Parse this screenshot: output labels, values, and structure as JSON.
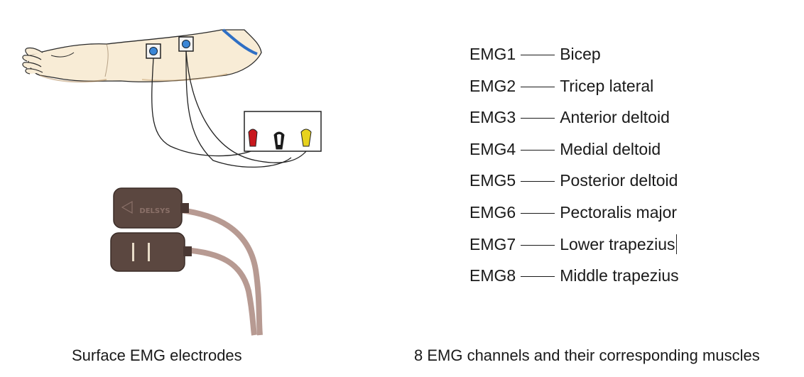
{
  "left_figure": {
    "electrode_logo": "DELSYS"
  },
  "channels": [
    {
      "channel": "EMG1",
      "muscle": "Bicep"
    },
    {
      "channel": "EMG2",
      "muscle": "Tricep lateral"
    },
    {
      "channel": "EMG3",
      "muscle": "Anterior deltoid"
    },
    {
      "channel": "EMG4",
      "muscle": "Medial deltoid"
    },
    {
      "channel": "EMG5",
      "muscle": "Posterior deltoid"
    },
    {
      "channel": "EMG6",
      "muscle": "Pectoralis major"
    },
    {
      "channel": "EMG7",
      "muscle": "Lower trapezius"
    },
    {
      "channel": "EMG8",
      "muscle": "Middle trapezius"
    }
  ],
  "captions": {
    "left": "Surface EMG electrodes",
    "right": "8 EMG channels and their corresponding muscles"
  },
  "colors": {
    "skin": "#f8ecd6",
    "sleeve": "#2f6fc4",
    "electrode_blue": "#3b86d6",
    "lead_red": "#c8171d",
    "lead_black": "#1a1a1a",
    "lead_yellow": "#e7d21e",
    "sensor_brown": "#5b4740",
    "cable": "#b79a92"
  }
}
